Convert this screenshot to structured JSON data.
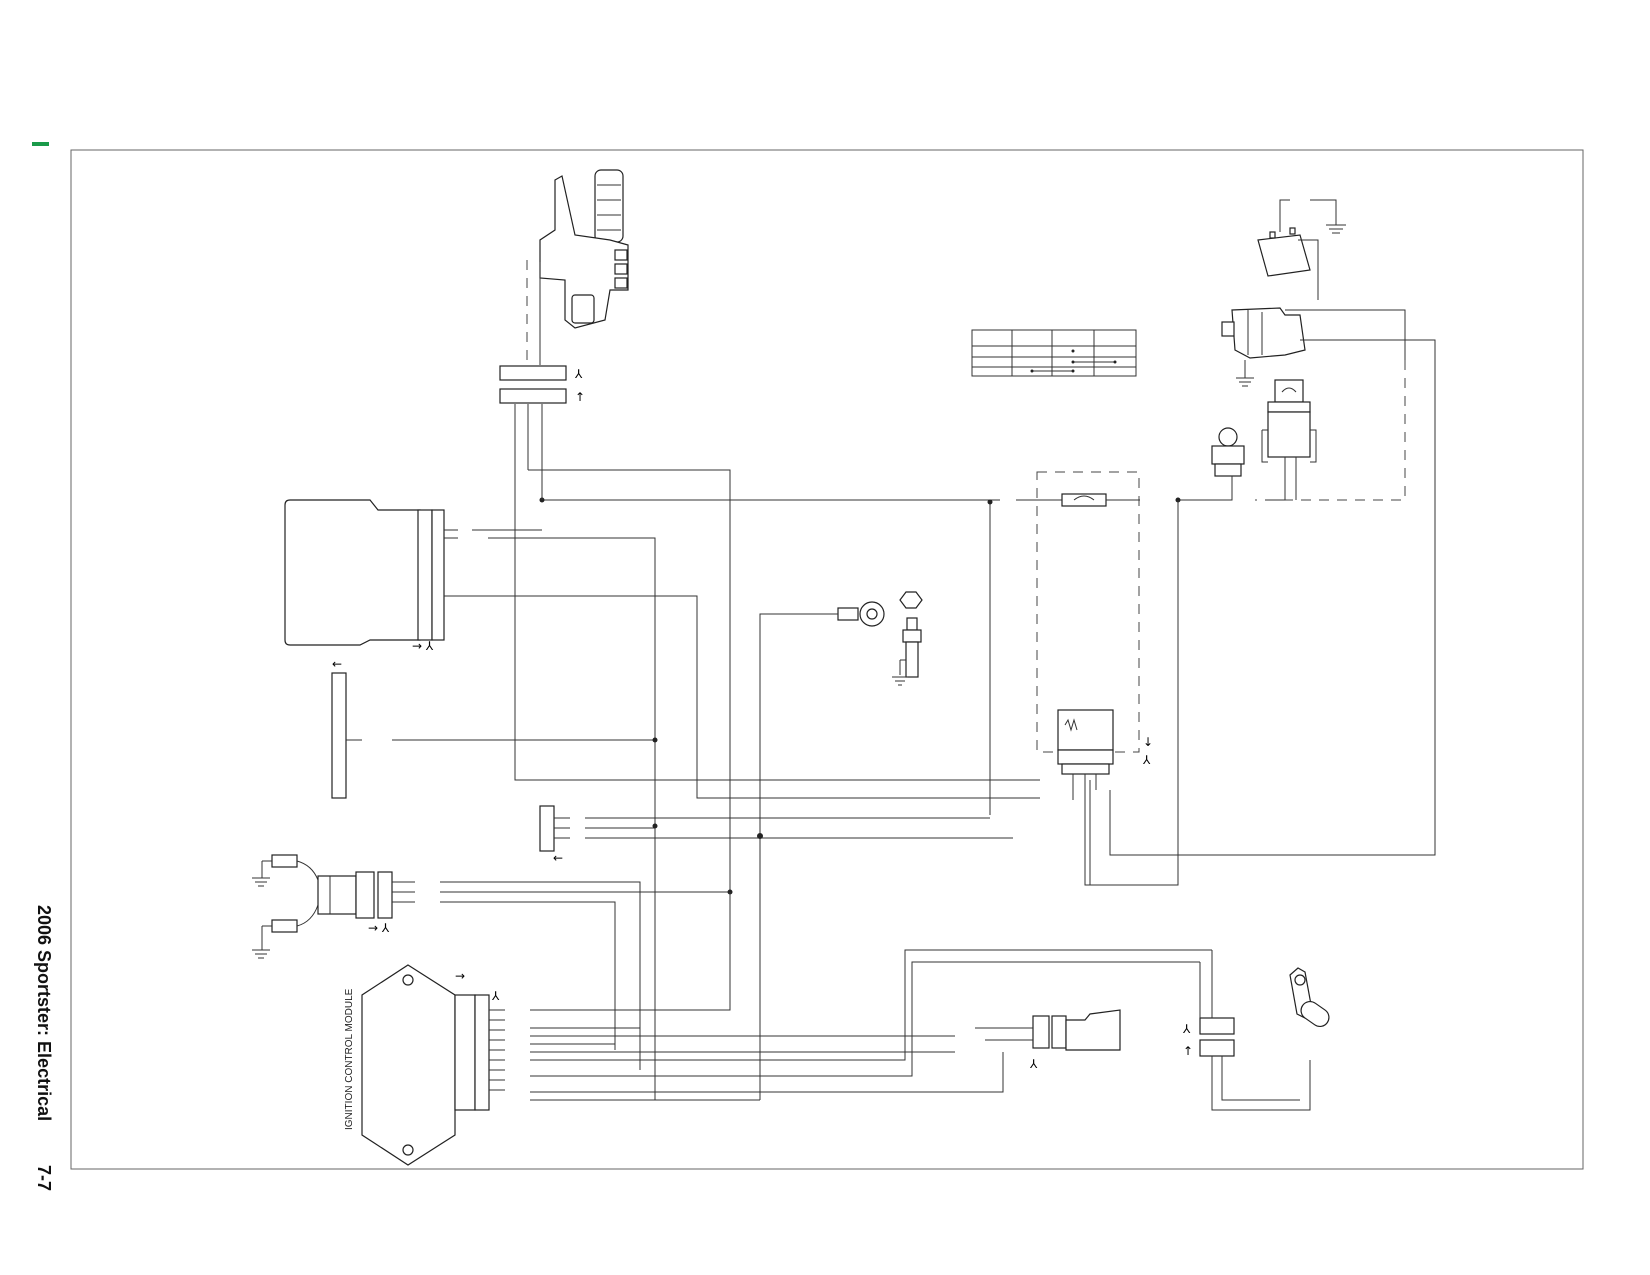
{
  "page": {
    "section_title": "2006 Sportster: Electrical",
    "page_number": "7-7"
  },
  "diagram": {
    "module_label": "IGNITION CONTROL MODULE"
  },
  "colors": {
    "accent_mark": "#1a9a4a",
    "line": "#333333"
  }
}
